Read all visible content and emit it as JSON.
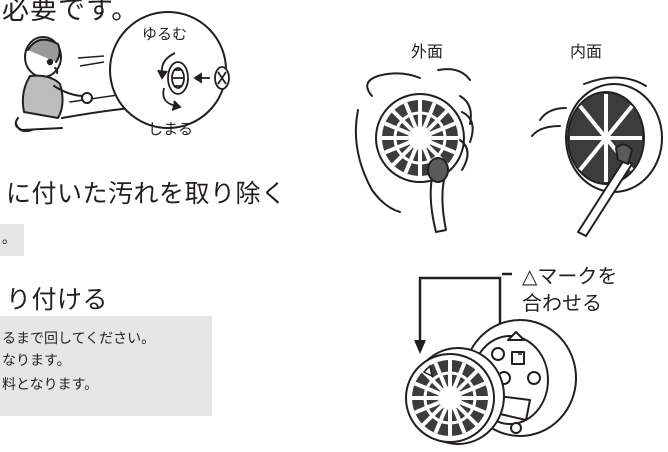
{
  "top": {
    "fragment": "必要です。"
  },
  "twist": {
    "loosen": "ゆるむ",
    "tighten": "しまる"
  },
  "steps": {
    "clean_title": "に付いた汚れを取り除く",
    "clean_note": "。",
    "attach_title": "り付ける",
    "attach_notes": [
      "るまで回してください。",
      "なります。",
      "料となります。"
    ]
  },
  "figures": {
    "outer_label": "外面",
    "inner_label": "内面",
    "mark_label_line1": "△マークを",
    "mark_label_line2": "合わせる"
  }
}
